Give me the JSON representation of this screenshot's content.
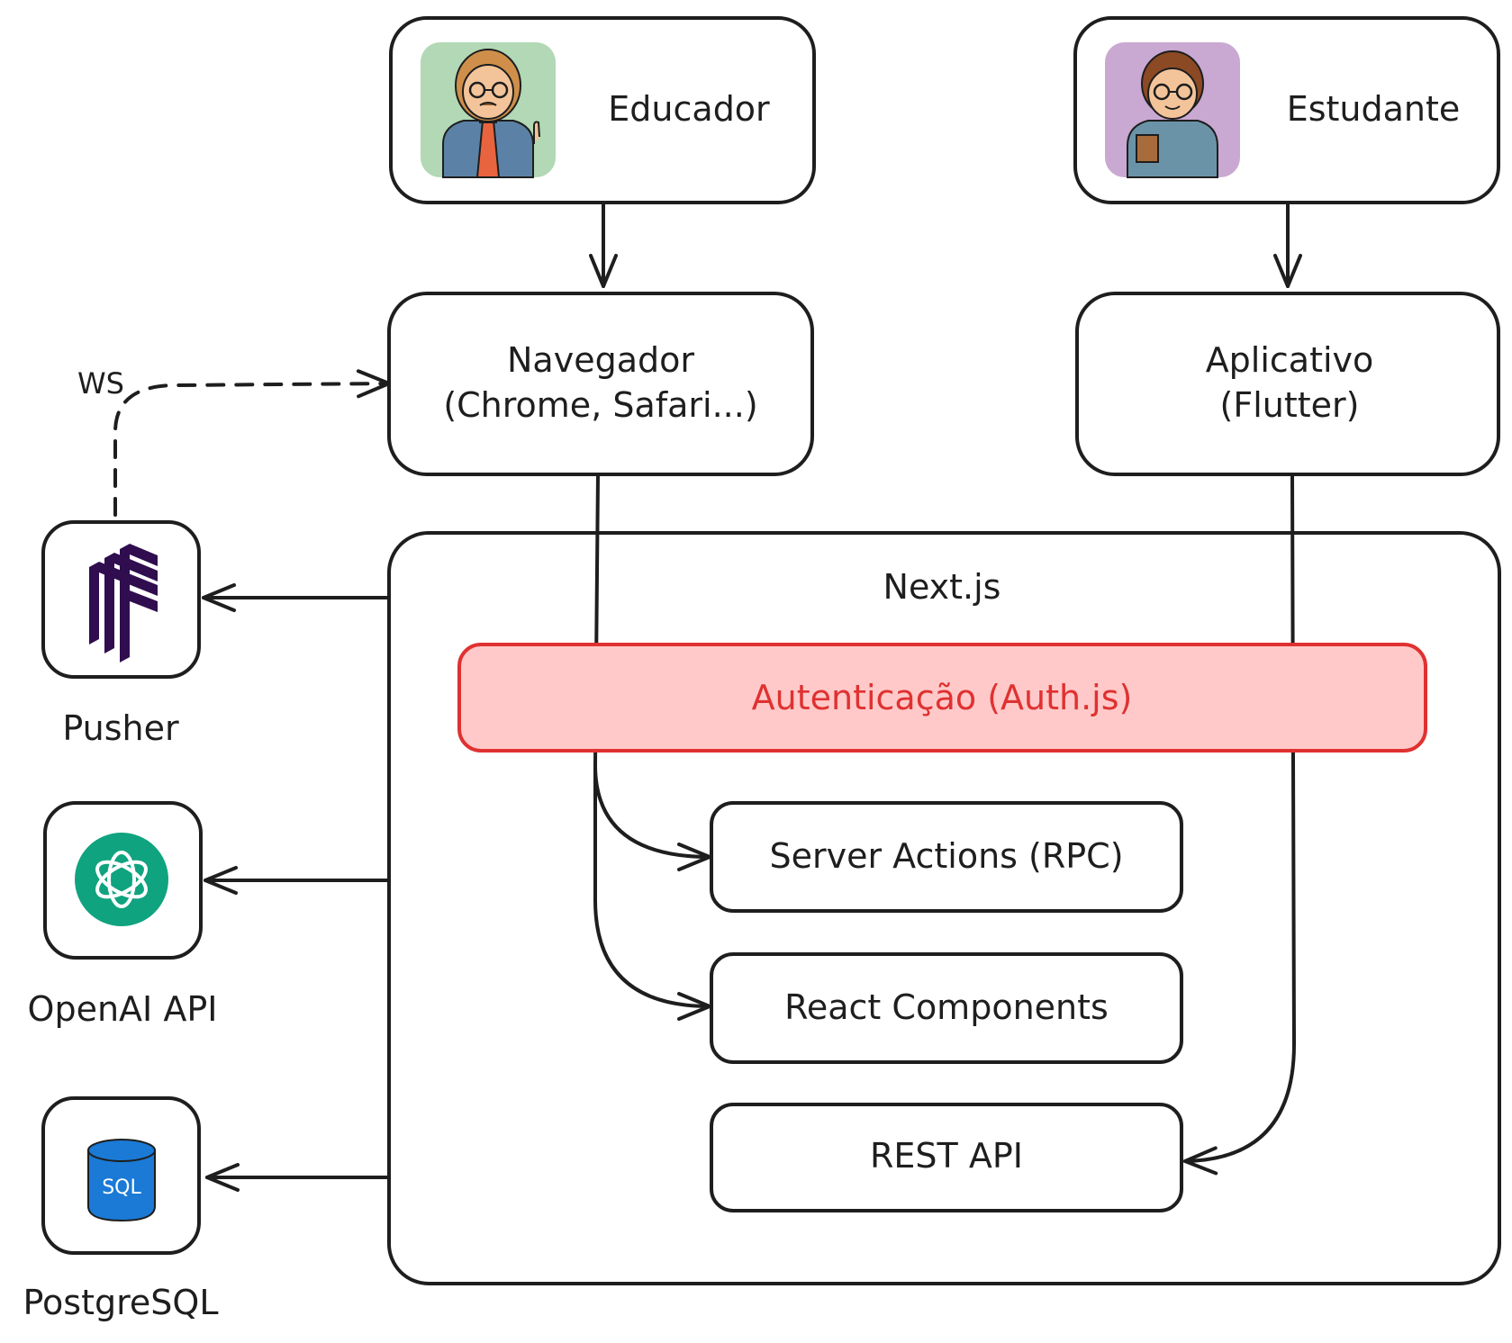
{
  "actors": {
    "educador": {
      "label": "Educador",
      "avatar_bg": "#b2d8b5"
    },
    "estudante": {
      "label": "Estudante",
      "avatar_bg": "#c9a8d2"
    }
  },
  "clients": {
    "navegador_line1": "Navegador",
    "navegador_line2": "(Chrome, Safari...)",
    "aplicativo_line1": "Aplicativo",
    "aplicativo_line2": "(Flutter)"
  },
  "server": {
    "title": "Next.js",
    "auth": {
      "label": "Autenticação (Auth.js)",
      "fill": "#ffc9c9",
      "stroke": "#e03131"
    },
    "modules": [
      "Server Actions (RPC)",
      "React Components",
      "REST API"
    ]
  },
  "services": {
    "pusher": {
      "label": "Pusher",
      "color": "#300d4f"
    },
    "openai": {
      "label": "OpenAI API",
      "color": "#10a37f"
    },
    "postgres": {
      "label": "PostgreSQL",
      "color": "#1a7ad6",
      "icon_text": "SQL"
    }
  },
  "edges": {
    "ws_label": "WS"
  }
}
